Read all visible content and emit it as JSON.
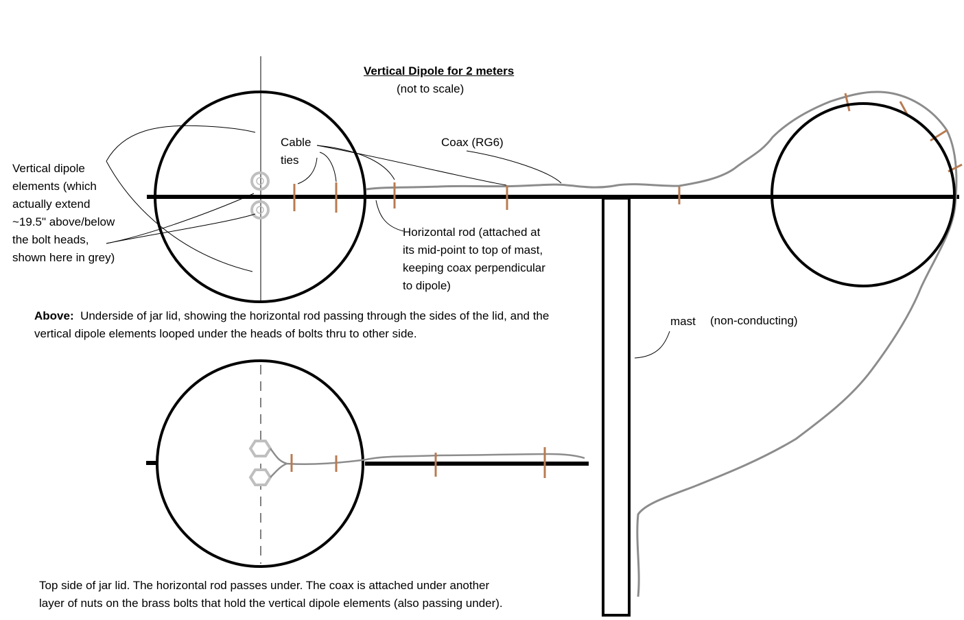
{
  "diagram": {
    "title": "Vertical Dipole for 2 meters",
    "subtitle": "(not to scale)",
    "labels": {
      "cable_ties": [
        "Cable",
        "ties"
      ],
      "coax": "Coax (RG6)",
      "dipole_elements": [
        "Vertical dipole",
        "elements (which",
        "actually extend",
        "~19.5\" above/below",
        "the bolt heads,",
        "shown here in grey)"
      ],
      "horizontal_rod": [
        "Horizontal rod (attached at",
        "its mid-point to top of mast,",
        "keeping coax perpendicular",
        "to dipole)"
      ],
      "mast": "mast",
      "mast_note": "(non-conducting)"
    },
    "captions": {
      "above_bold": "Above:",
      "above_text": "Underside of jar lid, showing the horizontal rod passing through the sides of the lid, and the vertical dipole elements looped under the heads of bolts thru to other side.",
      "top_line1": "Top side of jar lid.  The horizontal rod passes under.  The coax is attached under another",
      "top_line2": "layer of nuts on the brass bolts that hold the vertical dipole elements (also passing under)."
    },
    "colors": {
      "line": "#000000",
      "coax": "#8c8c8c",
      "bolt": "#bfbfbf",
      "cable_tie": "#b87b52"
    }
  }
}
